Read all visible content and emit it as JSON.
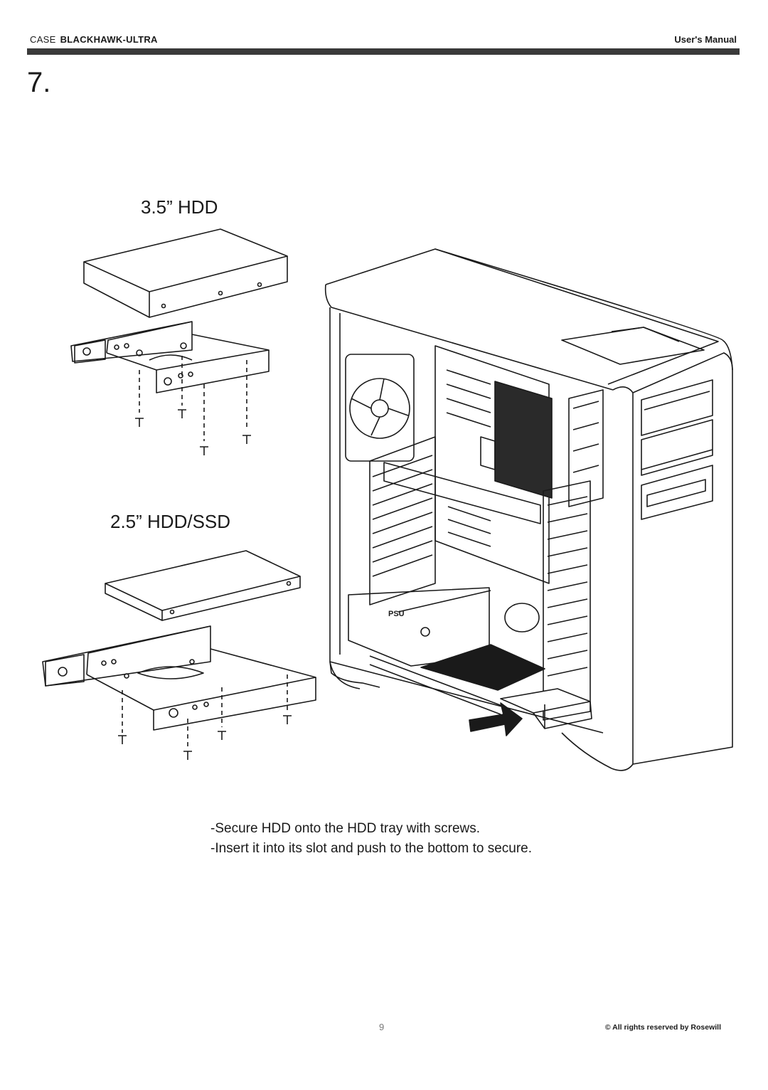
{
  "header": {
    "case_label": "CASE",
    "model": "BLACKHAWK-ULTRA",
    "manual": "User's Manual"
  },
  "step": "7.",
  "labels": {
    "hdd35": "3.5” HDD",
    "hdd25": "2.5” HDD/SSD",
    "psu": "PSU"
  },
  "instructions": [
    "-Secure HDD onto the HDD tray with screws.",
    "-Insert it into its slot and push to the bottom to secure."
  ],
  "footer": {
    "page_number": "9",
    "copyright": "© All rights reserved by Rosewill"
  }
}
